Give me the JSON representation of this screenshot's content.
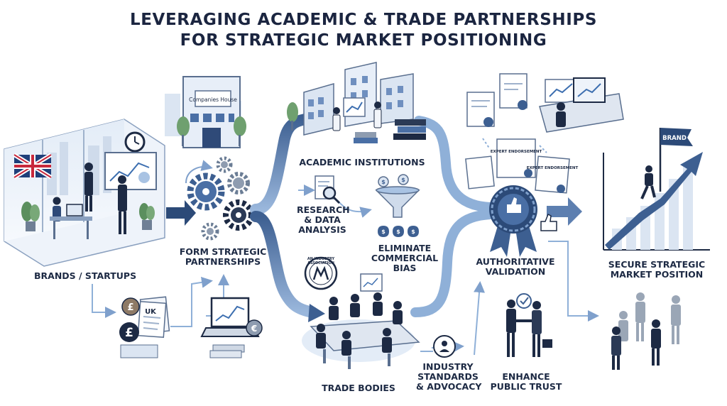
{
  "title": {
    "line1": "LEVERAGING ACADEMIC & TRADE PARTNERSHIPS",
    "line2": "FOR STRATEGIC MARKET POSITIONING"
  },
  "nodes": {
    "brands": {
      "label": "BRANDS / STARTUPS"
    },
    "companies_house": {
      "sign": "Companies House"
    },
    "form_partnerships": {
      "line1": "FORM STRATEGIC",
      "line2": "PARTNERSHIPS"
    },
    "academic": {
      "label": "ACADEMIC INSTITUTIONS"
    },
    "research": {
      "line1": "RESEARCH",
      "line2": "& DATA",
      "line3": "ANALYSIS"
    },
    "eliminate_bias": {
      "line1": "ELIMINATE",
      "line2": "COMMERCIAL",
      "line3": "BIAS"
    },
    "trade_bodies": {
      "label": "TRADE BODIES"
    },
    "industry_standards": {
      "line1": "INDUSTRY",
      "line2": "STANDARDS",
      "line3": "& ADVOCACY"
    },
    "validation": {
      "line1": "AUTHORITATIVE",
      "line2": "VALIDATION"
    },
    "public_trust": {
      "line1": "ENHANCE",
      "line2": "PUBLIC TRUST"
    },
    "market_position": {
      "line1": "SECURE STRATEGIC",
      "line2": "MARKET POSITION"
    }
  },
  "doc_tags": {
    "uk_doc": "UK",
    "badge_seal": "AN INDUSTRY ASSOCIATION",
    "cert_1": "EXPERT ENDORSEMENT",
    "cert_2": "EXPERT ENDORSEMENT",
    "flag": "BRAND"
  },
  "currency": {
    "pound": "£",
    "euro": "€",
    "dollar": "$"
  },
  "colors": {
    "navy": "#1d2a44",
    "flow_blue": "#4a6fa5",
    "flow_light": "#a9c3e3",
    "accent": "#2f5c9a",
    "paper": "#f2f5fa"
  }
}
